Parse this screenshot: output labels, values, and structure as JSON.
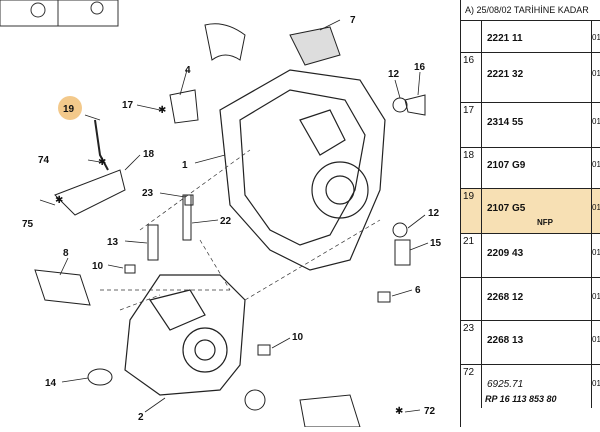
{
  "header": "A) 25/08/02 TARİHİNE KADAR",
  "labels": {
    "l19": "19",
    "l17": "17",
    "l74": "74",
    "l18": "18",
    "l75": "75",
    "l4": "4",
    "l7": "7",
    "l12a": "12",
    "l16": "16",
    "l1": "1",
    "l23": "23",
    "l22": "22",
    "l13": "13",
    "l8": "8",
    "l10a": "10",
    "l12b": "12",
    "l15": "15",
    "l6": "6",
    "l10b": "10",
    "l14": "14",
    "l2": "2",
    "l72": "72"
  },
  "rows": [
    {
      "idx": "",
      "code": "2221 11",
      "qty": "01",
      "extra": ""
    },
    {
      "idx": "16",
      "code": "2221 32",
      "qty": "01",
      "extra": ""
    },
    {
      "idx": "17",
      "code": "2314 55",
      "qty": "01",
      "extra": ""
    },
    {
      "idx": "18",
      "code": "2107 G9",
      "qty": "01",
      "extra": ""
    },
    {
      "idx": "19",
      "code": "2107 G5",
      "qty": "01",
      "extra": "NFP"
    },
    {
      "idx": "21",
      "code": "2209 43",
      "qty": "01",
      "extra": ""
    },
    {
      "idx": "",
      "code": "2268 12",
      "qty": "01",
      "extra": ""
    },
    {
      "idx": "23",
      "code": "2268 13",
      "qty": "01",
      "extra": ""
    },
    {
      "idx": "72",
      "code": "6925.71",
      "qty": "01",
      "extra": "RP 16 113 853 80"
    }
  ]
}
